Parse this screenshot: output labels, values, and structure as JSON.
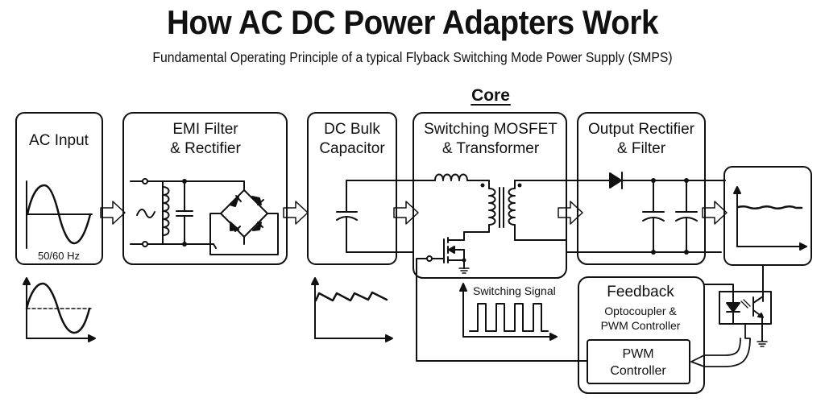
{
  "header": {
    "title": "How AC DC Power Adapters Work",
    "subtitle": "Fundamental Operating Principle of a typical Flyback Switching Mode Power Supply (SMPS)"
  },
  "core_label": "Core",
  "blocks": {
    "ac_input": {
      "title": "AC Input",
      "frequency": "50/60 Hz"
    },
    "emi_filter": {
      "line1": "EMI Filter",
      "line2": "& Rectifier"
    },
    "dc_bulk": {
      "line1": "DC Bulk",
      "line2": "Capacitor"
    },
    "mosfet": {
      "line1": "Switching MOSFET",
      "line2": "& Transformer"
    },
    "output_rectifier": {
      "line1": "Output Rectifier",
      "line2": "& Filter"
    },
    "feedback": {
      "title": "Feedback",
      "line1": "Optocoupler &",
      "line2": "PWM Controller"
    },
    "pwm_controller": {
      "line1": "PWM",
      "line2": "Controller"
    }
  },
  "switching_signal_label": "Switching Signal",
  "colors": {
    "stroke": "#111111",
    "background": "#ffffff"
  }
}
